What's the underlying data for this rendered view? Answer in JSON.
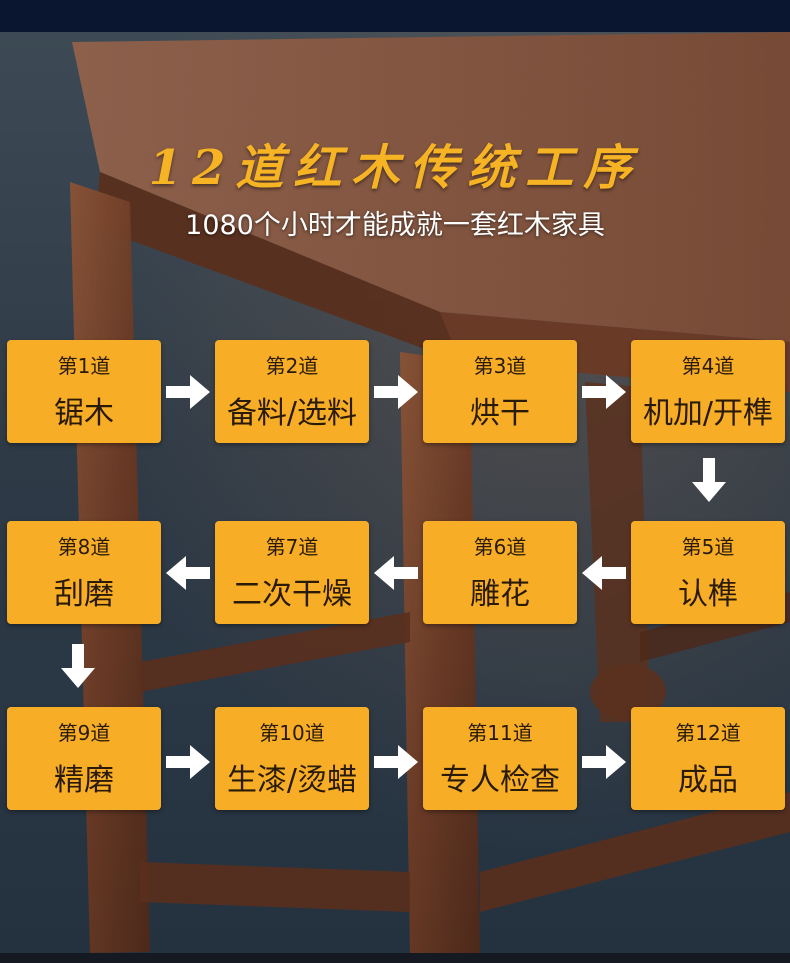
{
  "header": {
    "title": "12道红木传统工序",
    "subtitle": "1080个小时才能成就一套红木家具"
  },
  "colors": {
    "step_bg": "#f7ae26",
    "title": "#f6b324",
    "arrow": "#ffffff"
  },
  "steps": [
    {
      "num": "第1道",
      "name": "锯木"
    },
    {
      "num": "第2道",
      "name": "备料/选料"
    },
    {
      "num": "第3道",
      "name": "烘干"
    },
    {
      "num": "第4道",
      "name": "机加/开榫"
    },
    {
      "num": "第5道",
      "name": "认榫"
    },
    {
      "num": "第6道",
      "name": "雕花"
    },
    {
      "num": "第7道",
      "name": "二次干燥"
    },
    {
      "num": "第8道",
      "name": "刮磨"
    },
    {
      "num": "第9道",
      "name": "精磨"
    },
    {
      "num": "第10道",
      "name": "生漆/烫蜡"
    },
    {
      "num": "第11道",
      "name": "专人检查"
    },
    {
      "num": "第12道",
      "name": "成品"
    }
  ],
  "arrows": [
    "arrow-right-icon",
    "arrow-down-icon",
    "arrow-left-icon"
  ]
}
